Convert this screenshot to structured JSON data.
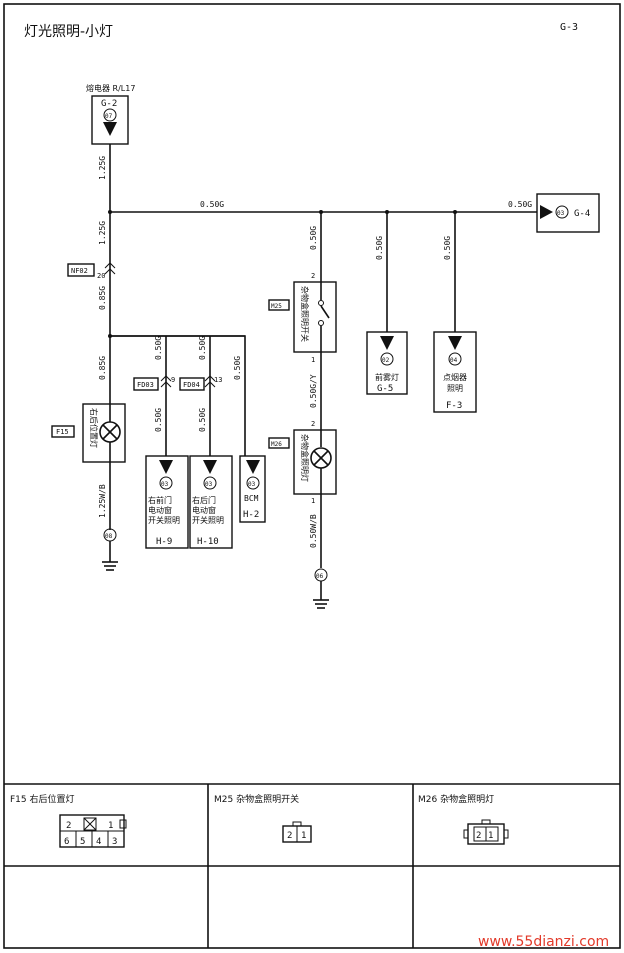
{
  "header": {
    "title": "灯光照明-小灯",
    "page_code": "G-3"
  },
  "source": {
    "label": "熔电器 R/L17",
    "ref": "G-2",
    "pin": "07"
  },
  "wires": {
    "main_top": "1.25G",
    "main_mid": "1.25G",
    "main_low": "0.85G",
    "main_low2": "0.85G",
    "bus": "0.50G",
    "bus_end": "0.50G",
    "drop1": "0.50G",
    "drop2": "0.50G",
    "drop3": "0.50G",
    "switch_out": "0.50G/Y",
    "lamp_out": "0.50W/B",
    "branch1": "0.50G",
    "branch1b": "0.50G",
    "branch2": "0.50G",
    "branch2b": "0.50G",
    "branch3": "0.50G",
    "lamp_r_out": "1.25W/B"
  },
  "connectors": {
    "nf02": "NF02",
    "nf02_pin": "20",
    "fd03": "FD03",
    "fd03_pin": "9",
    "fd04": "FD04",
    "fd04_pin": "13",
    "f15": "F15",
    "m25": "M25",
    "m26": "M26"
  },
  "components": {
    "rear_lamp": "右后位置灯",
    "glovebox_switch": "杂物盒照明开关",
    "glovebox_lamp": "杂物盒照明灯",
    "pin_2": "2",
    "pin_1": "1"
  },
  "grounds": {
    "g1": "08",
    "g2": "06"
  },
  "destinations": {
    "out_right": {
      "pin": "03",
      "ref": "G-4"
    },
    "headlamp": {
      "pin": "02",
      "label": "前雾灯",
      "ref": "G-5"
    },
    "lighter": {
      "pin": "04",
      "label1": "点烟器",
      "label2": "照明",
      "ref": "F-3"
    },
    "rf_door": {
      "pin": "03",
      "label1": "右前门",
      "label2": "电动窗",
      "label3": "开关照明",
      "ref": "H-9"
    },
    "rr_door": {
      "pin": "03",
      "label1": "右后门",
      "label2": "电动窗",
      "label3": "开关照明",
      "ref": "H-10"
    },
    "bcm": {
      "pin": "03",
      "label": "BCM",
      "ref": "H-2"
    }
  },
  "legend": {
    "f15": "F15  右后位置灯",
    "m25": "M25  杂物盒照明开关",
    "m26": "M26  杂物盒照明灯",
    "f15_pins_top": [
      "2",
      "",
      "1"
    ],
    "f15_pins_bottom": [
      "6",
      "5",
      "4",
      "3"
    ],
    "m25_pins": [
      "2",
      "1"
    ],
    "m26_pins": [
      "2",
      "1"
    ]
  },
  "watermark": "www.55dianzi.com"
}
